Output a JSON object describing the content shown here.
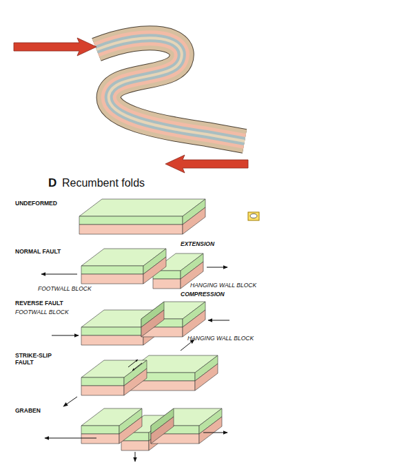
{
  "diagram": {
    "labels": [
      "D",
      "Recumbent folds",
      "UNDEFORMED",
      "NORMAL FAULT",
      "EXTENSION",
      "FOOTWALL BLOCK",
      "HANGING WALL BLOCK",
      "REVERSE FAULT",
      "COMPRESSION",
      "FOOTWALL BLOCK",
      "HANGING WALL BLOCK",
      "STRIKE-SLIP FAULT",
      "GRABEN"
    ]
  }
}
